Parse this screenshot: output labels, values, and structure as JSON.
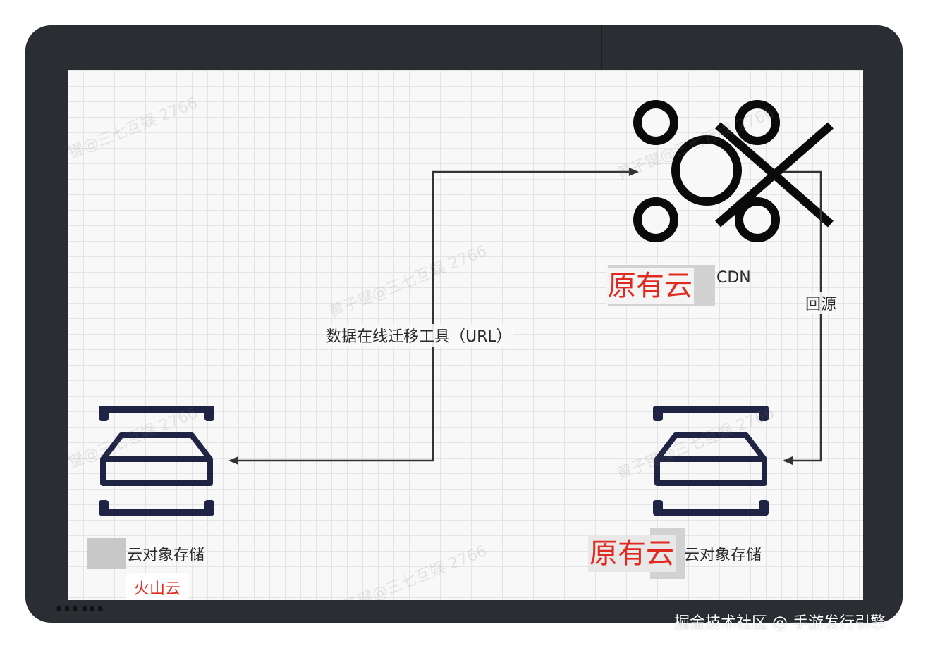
{
  "diagram": {
    "migration_tool_label": "数据在线迁移工具（URL）",
    "back_to_origin_label": "回源",
    "cdn_suffix": "CDN",
    "src_storage_suffix": "云对象存储",
    "dst_storage_suffix": "云对象存储",
    "cdn_overlay": "原有云",
    "dst_overlay": "原有云",
    "volcano_tag": "火山云",
    "frame_bottom_text": "……"
  },
  "watermark": {
    "text": "黄子键@三七互娱 2766"
  },
  "footer": {
    "credit": "掘金技术社区 @ 手游发行引擎"
  },
  "colors": {
    "frame": "#2a2d31",
    "annotation_red": "#e02a1f",
    "storage_icon": "#1f2445",
    "cdn_icon": "#0a0a0a",
    "arrow": "#333333"
  }
}
